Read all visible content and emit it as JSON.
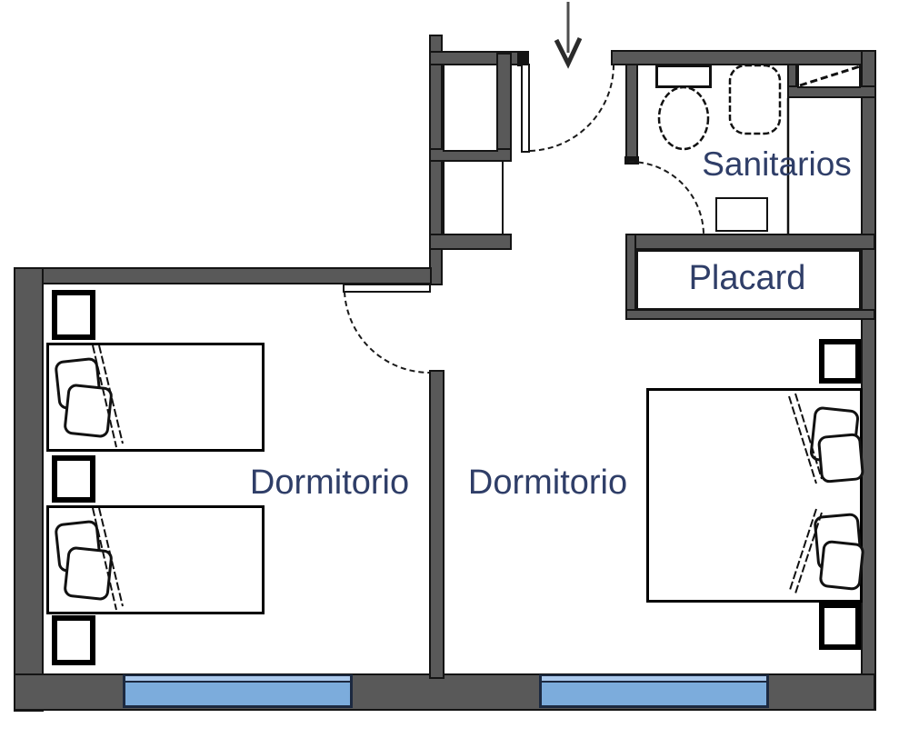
{
  "labels": {
    "bedroom_left": "Dormitorio",
    "bedroom_right": "Dormitorio",
    "bathroom": "Sanitarios",
    "closet": "Placard"
  },
  "theme": {
    "wall_color": "#595959",
    "outline_color": "#141414",
    "window_pane": "#7cacdc",
    "window_highlight": "#abc9ec",
    "window_frame": "#1c2940",
    "label_color": "#2f3e68",
    "arrow_color": "#4d4d4d",
    "background": "#ffffff"
  },
  "symbols": {
    "entry_arrow": 1,
    "door_swings": 3,
    "single_beds": 2,
    "double_beds": 1,
    "nightstands": 5,
    "toilets": 2,
    "sinks": 1,
    "showers": 1,
    "windows": 2
  }
}
